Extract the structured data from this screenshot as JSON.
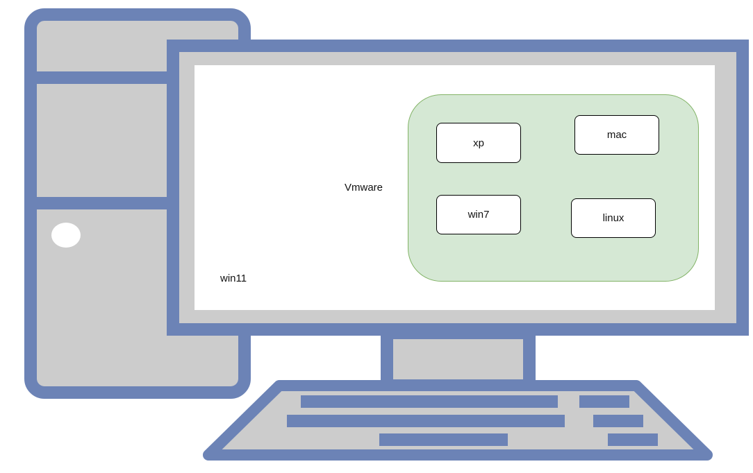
{
  "colors": {
    "frame": "#6c83b6",
    "body": "#cccccc",
    "screen": "#ffffff",
    "vm_fill": "#d5e8d4",
    "vm_stroke": "#82b366",
    "box_stroke": "#000000"
  },
  "host_os": {
    "label": "win11"
  },
  "hypervisor": {
    "label": "Vmware"
  },
  "guests": [
    {
      "label": "xp"
    },
    {
      "label": "mac"
    },
    {
      "label": "win7"
    },
    {
      "label": "linux"
    }
  ]
}
